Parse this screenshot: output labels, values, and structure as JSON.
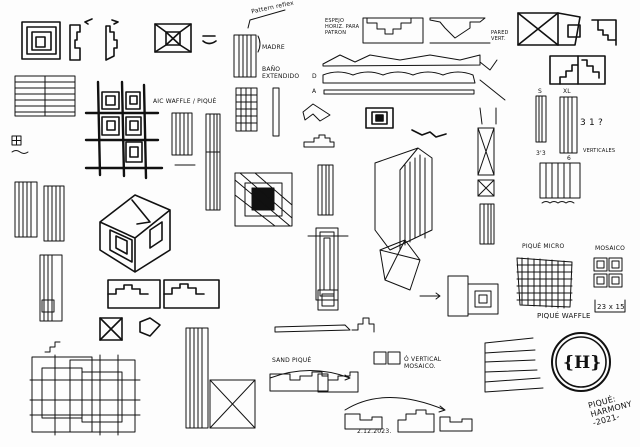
{
  "labels": {
    "section_column": "Pattern reflex",
    "madre": "MADRE",
    "bano": "BAÑO EXTENDIDO",
    "waffle_piquet": "AIC WAFFLE / PIQUÉ",
    "side_note": "ESPEJO HORIZ. PARA PATRON",
    "wall_note": "PARED VERT.",
    "a_mark": "A",
    "d_mark": "D",
    "size_s": "S",
    "size_xl": "XL",
    "dim_1": "3'3",
    "dim_2": "6",
    "question": "3 1 ?",
    "vertical_note": "VERTICALES",
    "pique_micro": "PIQUÉ MICRO",
    "mosaico": "MOSAICO",
    "size_note": "23 x 15",
    "pique_waffle": "PIQUÉ WAFFLE",
    "sand_pique": "SAND PIQUÉ",
    "vertical_mosaic": "Ó VERTICAL MOSAICO.",
    "date": "2.12.2023.",
    "logo_text": "{H}",
    "signature": "PIQUÉ: HARMONY -2021-"
  }
}
